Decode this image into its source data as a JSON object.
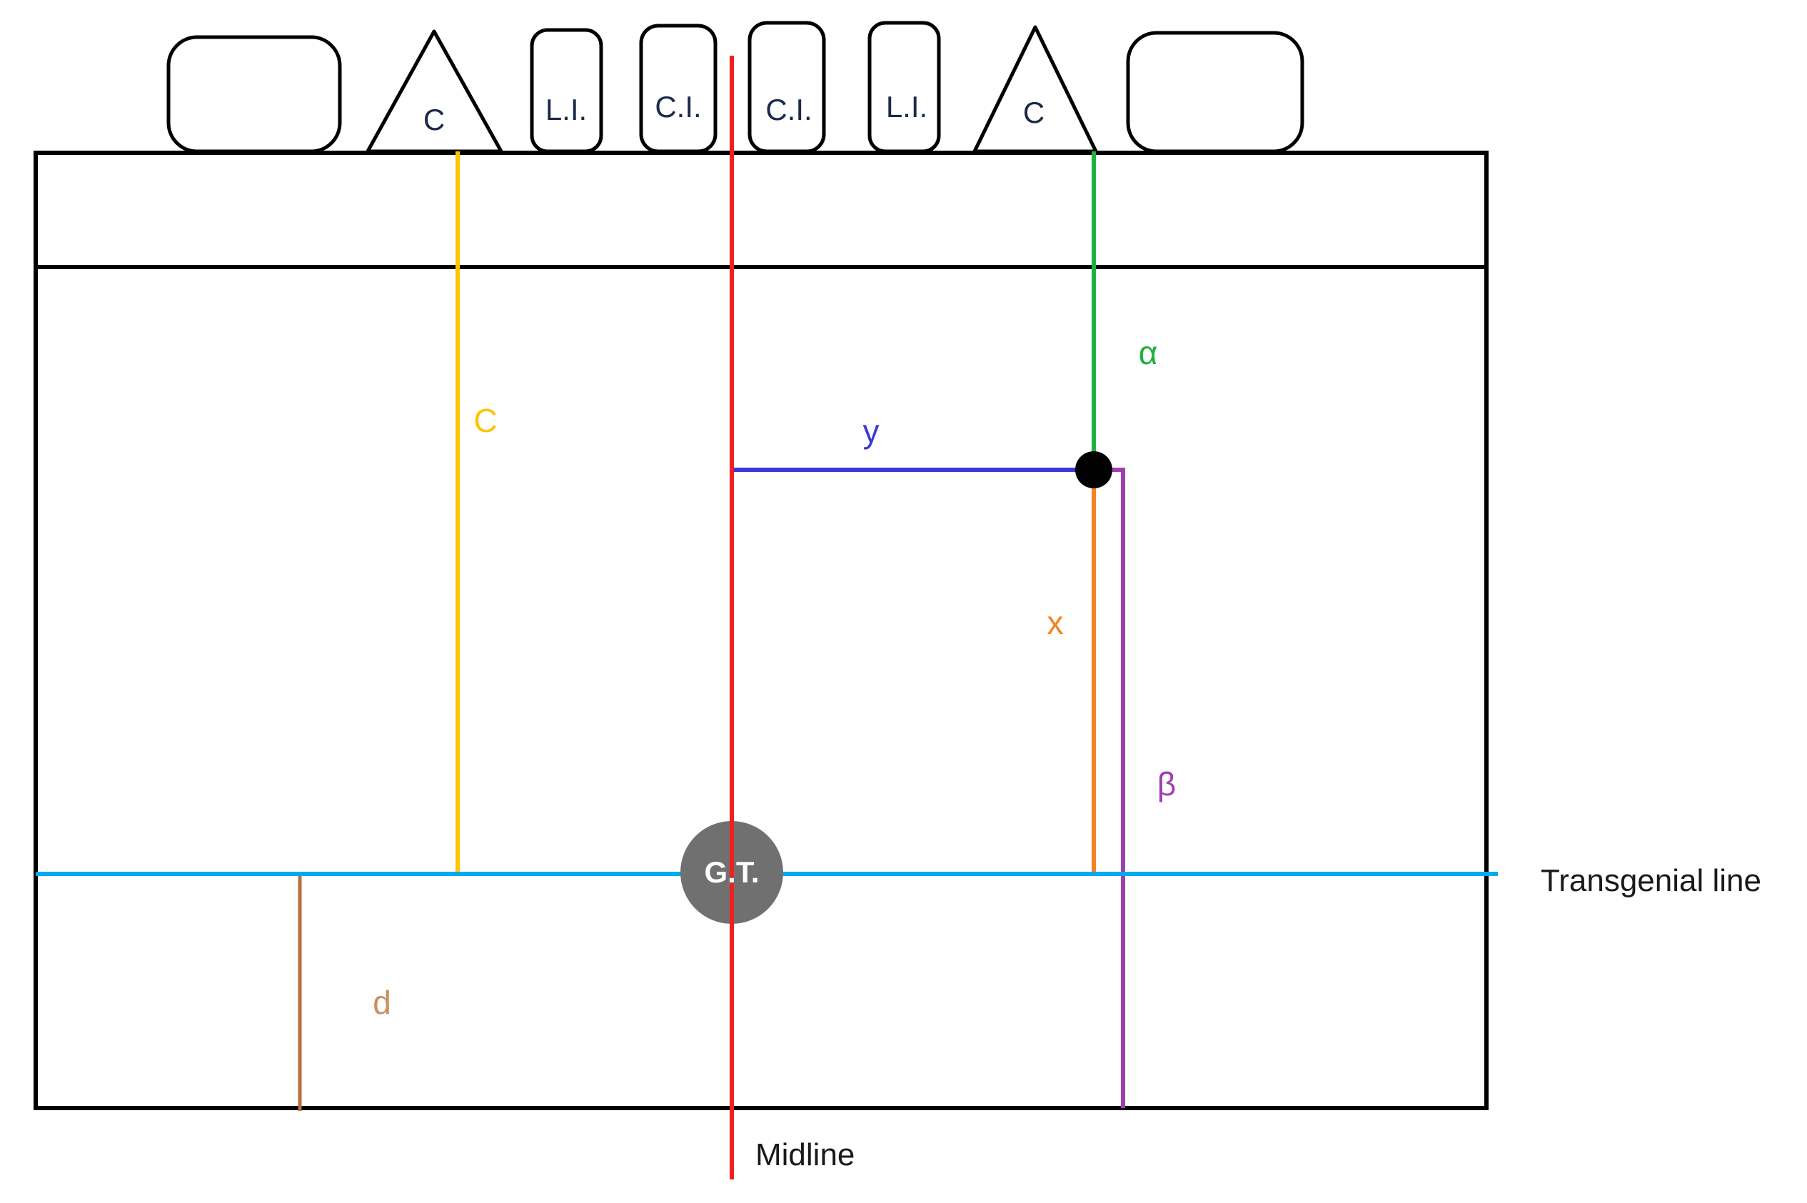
{
  "teeth": {
    "molar_left": "",
    "canine_left": "C",
    "lateral_incisor_left": "L.I.",
    "central_incisor_left": "C.I.",
    "central_incisor_right": "C.I.",
    "lateral_incisor_right": "L.I.",
    "canine_right": "C",
    "molar_right": ""
  },
  "labels": {
    "canine_line": "C",
    "alpha": "α",
    "y": "y",
    "x": "x",
    "beta": "β",
    "d": "d",
    "genial_tubercle": "G.T.",
    "transgenial_line": "Transgenial line",
    "midline": "Midline"
  },
  "colors": {
    "outline": "#000000",
    "midline": "#ee2020",
    "transgenial_line": "#00aaee",
    "canine_line": "#ffc400",
    "alpha": "#20b040",
    "y": "#3a3ad8",
    "x": "#f58220",
    "beta": "#a040b0",
    "d": "#b87040",
    "genial_tubercle": "#707070",
    "foramen_point": "#000000"
  }
}
